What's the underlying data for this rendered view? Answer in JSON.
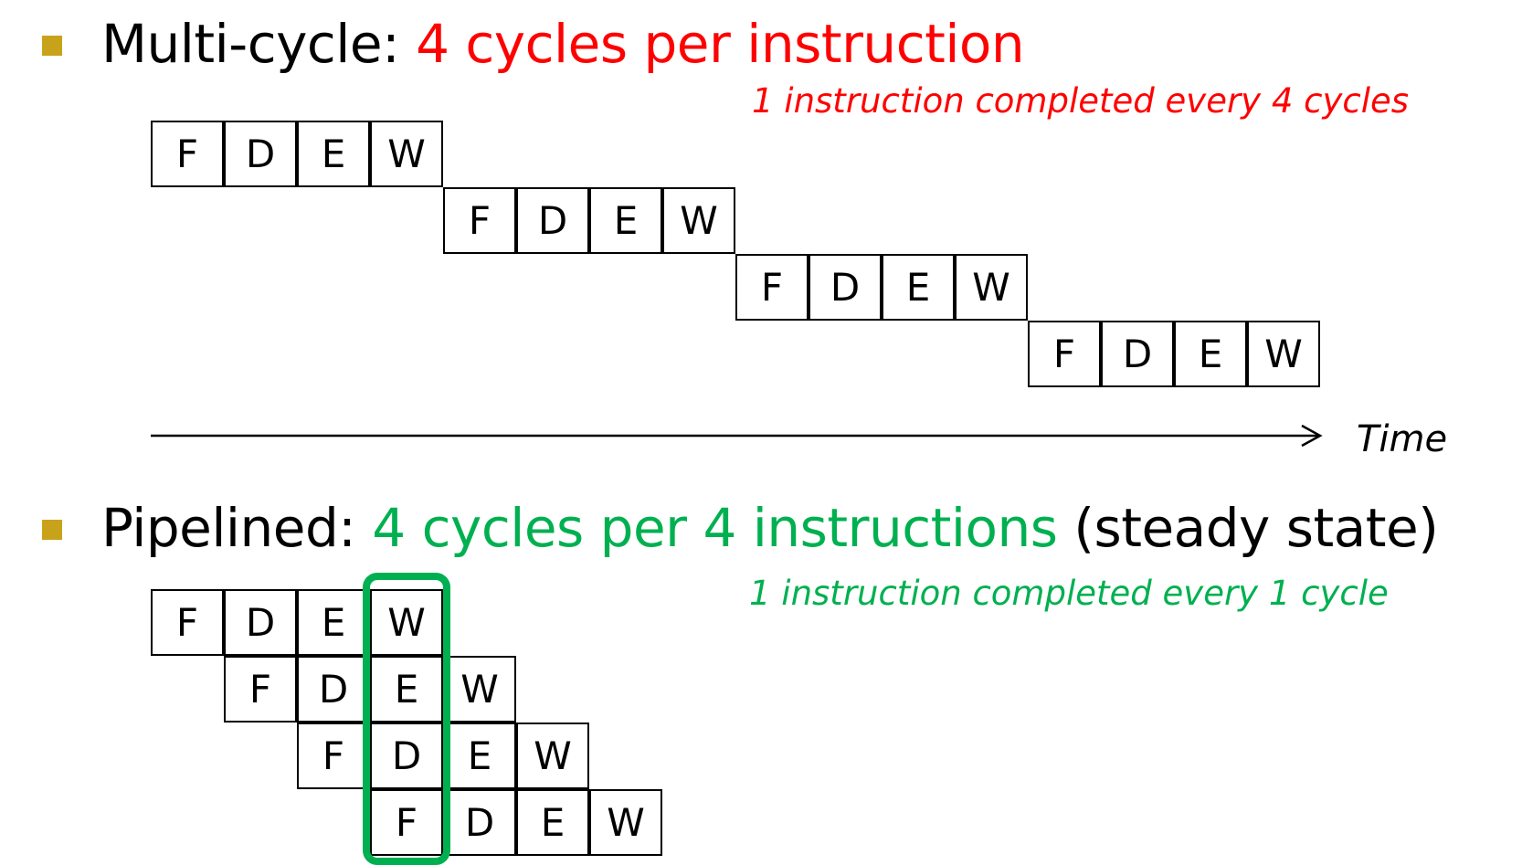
{
  "colors": {
    "red": "#FF0000",
    "green": "#00B050",
    "bullet": "#C9A21B"
  },
  "multicycle": {
    "label": "Multi-cycle: ",
    "rate": "4 cycles per instruction",
    "note": "1 instruction completed every 4 cycles",
    "stages": [
      "F",
      "D",
      "E",
      "W"
    ],
    "instructions": 4
  },
  "time_axis": {
    "label": "Time"
  },
  "pipelined": {
    "label": "Pipelined: ",
    "rate": "4 cycles per 4 instructions",
    "suffix": " (steady state)",
    "note": "1 instruction completed every 1 cycle",
    "stages": [
      "F",
      "D",
      "E",
      "W"
    ],
    "instructions": 4,
    "highlight_cycle": 4
  }
}
